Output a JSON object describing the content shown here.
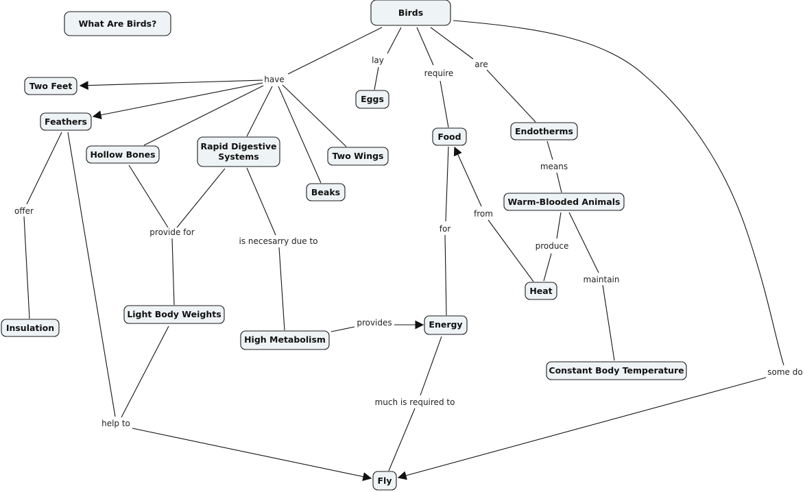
{
  "title": "What Are Birds?",
  "concepts": {
    "title": "What Are Birds?",
    "birds": "Birds",
    "two_feet": "Two Feet",
    "feathers": "Feathers",
    "hollow_bones": "Hollow Bones",
    "rapid_digestive": [
      "Rapid Digestive",
      "Systems"
    ],
    "beaks": "Beaks",
    "two_wings": "Two Wings",
    "eggs": "Eggs",
    "food": "Food",
    "endotherms": "Endotherms",
    "warm_blooded": "Warm-Blooded Animals",
    "heat": "Heat",
    "constant_temp": "Constant Body Temperature",
    "insulation": "Insulation",
    "light_body": "Light Body Weights",
    "high_metabolism": "High Metabolism",
    "energy": "Energy",
    "fly": "Fly"
  },
  "linking_phrases": {
    "have": "have",
    "lay": "lay",
    "require": "require",
    "are": "are",
    "means": "means",
    "offer": "offer",
    "provide_for": "provide for",
    "necessary_due_to": "is necesarry due to",
    "for": "for",
    "from": "from",
    "produce": "produce",
    "maintain": "maintain",
    "provides": "provides",
    "much_required": "much is required to",
    "help_to": "help to",
    "some_do": "some do"
  },
  "propositions": [
    {
      "from": "Birds",
      "link": "have",
      "to": [
        "Two Feet",
        "Feathers",
        "Hollow Bones",
        "Rapid Digestive Systems",
        "Beaks",
        "Two Wings"
      ]
    },
    {
      "from": "Birds",
      "link": "lay",
      "to": [
        "Eggs"
      ]
    },
    {
      "from": "Birds",
      "link": "require",
      "to": [
        "Food"
      ]
    },
    {
      "from": "Birds",
      "link": "are",
      "to": [
        "Endotherms"
      ]
    },
    {
      "from": "Birds",
      "link": "some do",
      "to": [
        "Fly"
      ]
    },
    {
      "from": "Endotherms",
      "link": "means",
      "to": [
        "Warm-Blooded Animals"
      ]
    },
    {
      "from": "Warm-Blooded Animals",
      "link": "produce",
      "to": [
        "Heat"
      ]
    },
    {
      "from": "Warm-Blooded Animals",
      "link": "maintain",
      "to": [
        "Constant Body Temperature"
      ]
    },
    {
      "from": "Heat",
      "link": "from",
      "to": [
        "Food"
      ]
    },
    {
      "from": "Food",
      "link": "for",
      "to": [
        "Energy"
      ]
    },
    {
      "from": "Feathers",
      "link": "offer",
      "to": [
        "Insulation"
      ]
    },
    {
      "from": "Hollow Bones, Rapid Digestive Systems",
      "link": "provide for",
      "to": [
        "Light Body Weights"
      ]
    },
    {
      "from": "Rapid Digestive Systems",
      "link": "is necesarry due to",
      "to": [
        "High Metabolism"
      ]
    },
    {
      "from": "High Metabolism",
      "link": "provides",
      "to": [
        "Energy"
      ]
    },
    {
      "from": "Energy",
      "link": "much is required to",
      "to": [
        "Fly"
      ]
    },
    {
      "from": "Feathers, Light Body Weights",
      "link": "help to",
      "to": [
        "Fly"
      ]
    }
  ],
  "colors": {
    "node_fill": "#eef3f5",
    "node_stroke": "#1a1a1a",
    "line": "#111111",
    "background": "#ffffff"
  }
}
